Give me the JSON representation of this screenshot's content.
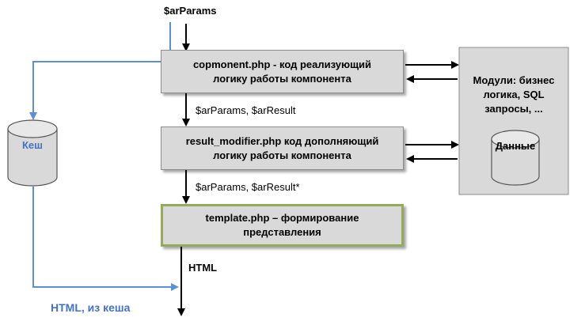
{
  "diagram": {
    "top_input": "$arParams",
    "component_box": {
      "line1": "copmonent.php - код реализующий",
      "line2": "логику работы компонента"
    },
    "edge1_label": "$arParams, $arResult",
    "modifier_box": {
      "line1": "result_modifier.php код дополняющий",
      "line2": "логику работы компонента"
    },
    "edge2_label": "$arParams, $arResult*",
    "template_box": {
      "line1": "template.php – формирование",
      "line2": "представления"
    },
    "output_label": "HTML",
    "modules_box": {
      "line1": "Модули: бизнес",
      "line2": "логика, SQL",
      "line3": "запросы, ..."
    },
    "data_cylinder": "Данные",
    "cache_cylinder": "Кеш",
    "cache_output_label": "HTML, из кеша"
  },
  "colors": {
    "box_fill": "#d9d9d9",
    "template_border": "#93ab5a",
    "cache_arrow": "#5b8fd6",
    "cache_text": "#4472c4",
    "arrow": "#000000"
  }
}
